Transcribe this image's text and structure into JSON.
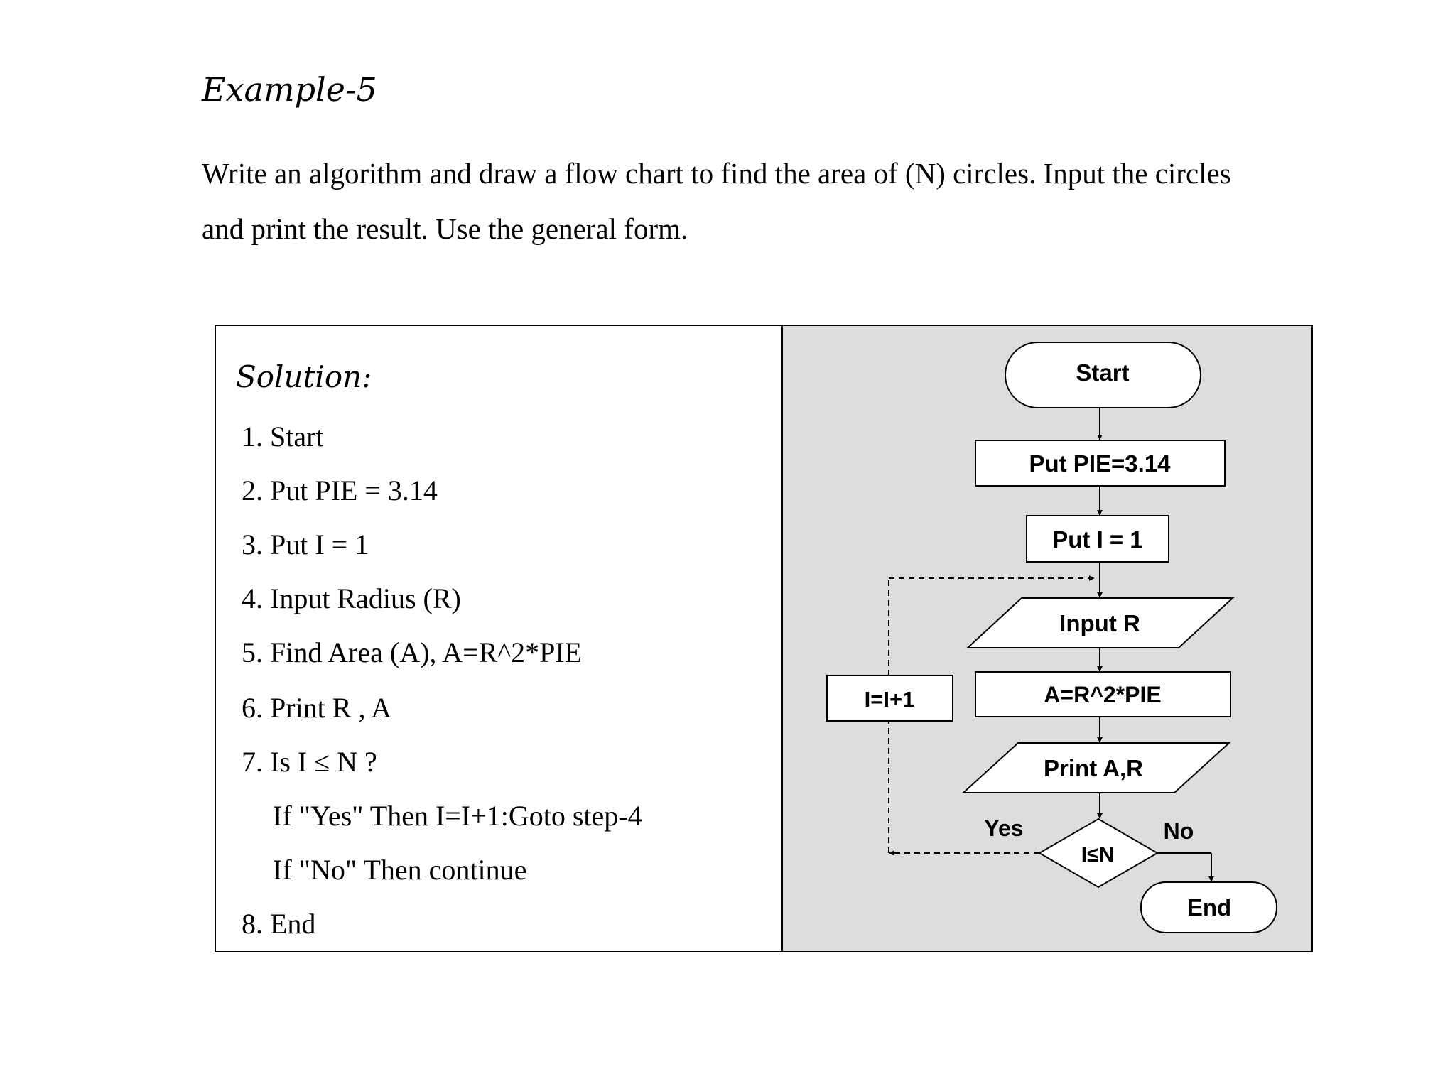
{
  "document": {
    "heading": "Example-5",
    "problem_line_1": "Write an algorithm and draw a flow chart to find the area of (N) circles. Input the circles",
    "problem_line_2": "and print the result. Use the general form."
  },
  "solution": {
    "title": "Solution:",
    "steps": [
      "1. Start",
      "2. Put PIE = 3.14",
      "3. Put I = 1",
      "4. Input Radius (R)",
      "5. Find Area (A), A=R^2*PIE",
      "6. Print R , A",
      "7. Is I ≤ N ?",
      "If \"Yes\" Then I=I+1:Goto step-4",
      "If \"No\" Then continue",
      "8. End"
    ]
  },
  "flowchart": {
    "start": "Start",
    "put_pie": "Put PIE=3.14",
    "put_i": "Put I = 1",
    "input_r": "Input R",
    "compute": "A=R^2*PIE",
    "print": "Print A,R",
    "decision": "I≤N",
    "increment": "I=I+1",
    "yes_label": "Yes",
    "no_label": "No",
    "end": "End",
    "panel_color": "#dddddd",
    "line_color": "#000000"
  }
}
